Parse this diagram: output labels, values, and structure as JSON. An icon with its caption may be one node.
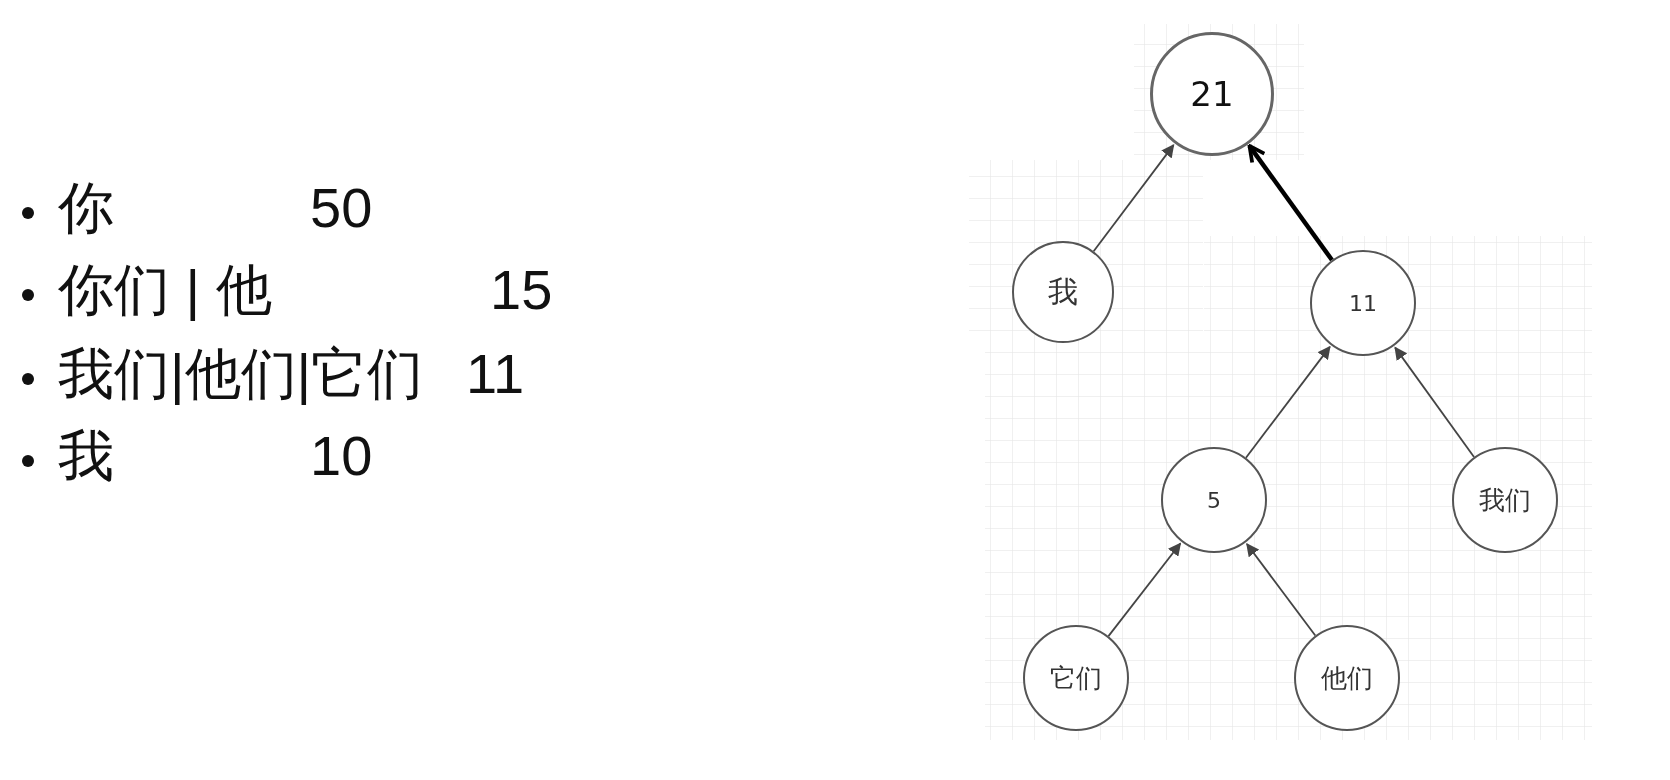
{
  "diagram": {
    "nodes": [
      {
        "text": [
          "21"
        ]
      },
      {
        "text": [
          "我"
        ]
      },
      {
        "text": [
          "11"
        ]
      },
      {
        "text": [
          "5"
        ]
      },
      {
        "text": [
          "我们"
        ]
      },
      {
        "text": [
          "它们"
        ]
      },
      {
        "text": [
          "他们"
        ]
      }
    ],
    "edges": [
      {
        "from": 1,
        "to": 0,
        "arrow": "to"
      },
      {
        "from": 2,
        "to": 0,
        "arrow": "to",
        "style": "thick",
        "color": "#000000"
      },
      {
        "from": 3,
        "to": 2,
        "arrow": "to"
      },
      {
        "from": 4,
        "to": 2,
        "arrow": "to"
      },
      {
        "from": 5,
        "to": 3,
        "arrow": "to"
      },
      {
        "from": 6,
        "to": 3,
        "arrow": "to"
      }
    ],
    "labels": [
      "你",
      "50",
      "你们 | 他",
      "15",
      "我们|他们|它们",
      "11",
      "我",
      "10"
    ]
  }
}
